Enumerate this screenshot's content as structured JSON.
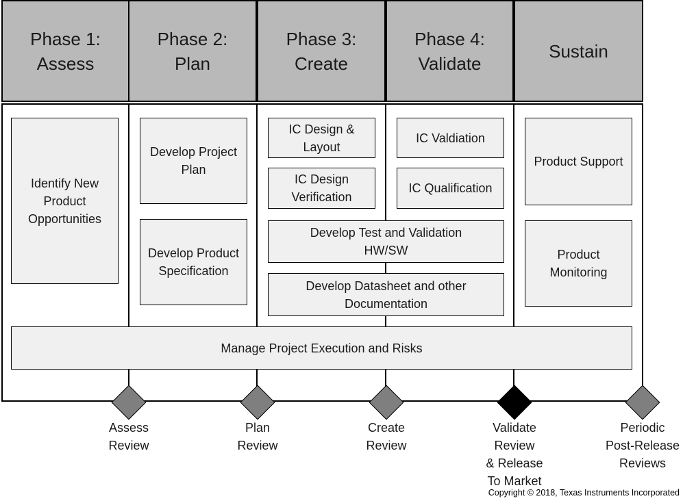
{
  "header": {
    "phases": [
      {
        "label": "Phase 1:\nAssess"
      },
      {
        "label": "Phase 2:\nPlan"
      },
      {
        "label": "Phase 3:\nCreate"
      },
      {
        "label": "Phase 4:\nValidate"
      },
      {
        "label": "Sustain"
      }
    ]
  },
  "activities": {
    "identify_new_product": "Identify New Product Opportunities",
    "develop_project_plan": "Develop Project Plan",
    "develop_product_specification": "Develop Product Specification",
    "ic_design_layout": "IC Design & Layout",
    "ic_design_verification": "IC Design Verification",
    "ic_valdiation": "IC Valdiation",
    "ic_qualification": "IC Qualification",
    "develop_test_validation_hwsw": "Develop Test and Validation HW/SW",
    "develop_datasheet_documentation": "Develop Datasheet and other Documentation",
    "product_support": "Product Support",
    "product_monitoring": "Product Monitoring",
    "manage_project_execution": "Manage Project Execution and Risks"
  },
  "milestones": [
    {
      "label": "Assess\nReview",
      "fill": "#7f7f7f"
    },
    {
      "label": "Plan\nReview",
      "fill": "#7f7f7f"
    },
    {
      "label": "Create\nReview",
      "fill": "#7f7f7f"
    },
    {
      "label": "Validate\nReview\n& Release\nTo Market",
      "fill": "#000000"
    },
    {
      "label": "Periodic\nPost-Release\nReviews",
      "fill": "#7f7f7f"
    }
  ],
  "footer": {
    "copyright": "Copyright © 2018, Texas Instruments Incorporated"
  },
  "colors": {
    "phase_header_fill": "#b9b9b9",
    "activity_fill": "#f0f0f0",
    "border": "#000000",
    "milestone_gray": "#7f7f7f",
    "milestone_black": "#000000"
  }
}
